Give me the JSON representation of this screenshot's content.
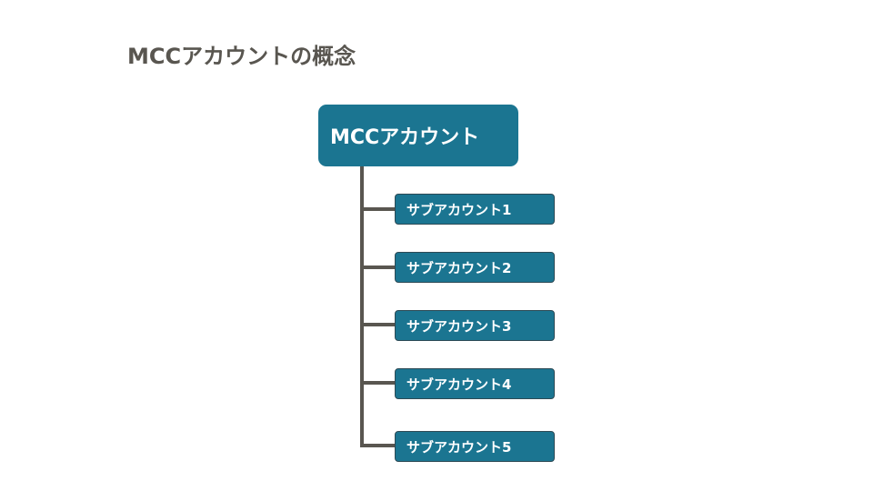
{
  "title": "MCCアカウントの概念",
  "root": {
    "label": "MCCアカウント"
  },
  "children": [
    {
      "label": "サブアカウント1"
    },
    {
      "label": "サブアカウント2"
    },
    {
      "label": "サブアカウント3"
    },
    {
      "label": "サブアカウント4"
    },
    {
      "label": "サブアカウント5"
    }
  ],
  "colors": {
    "box_fill": "#1b7591",
    "connector": "#595650",
    "title_text": "#595650"
  }
}
